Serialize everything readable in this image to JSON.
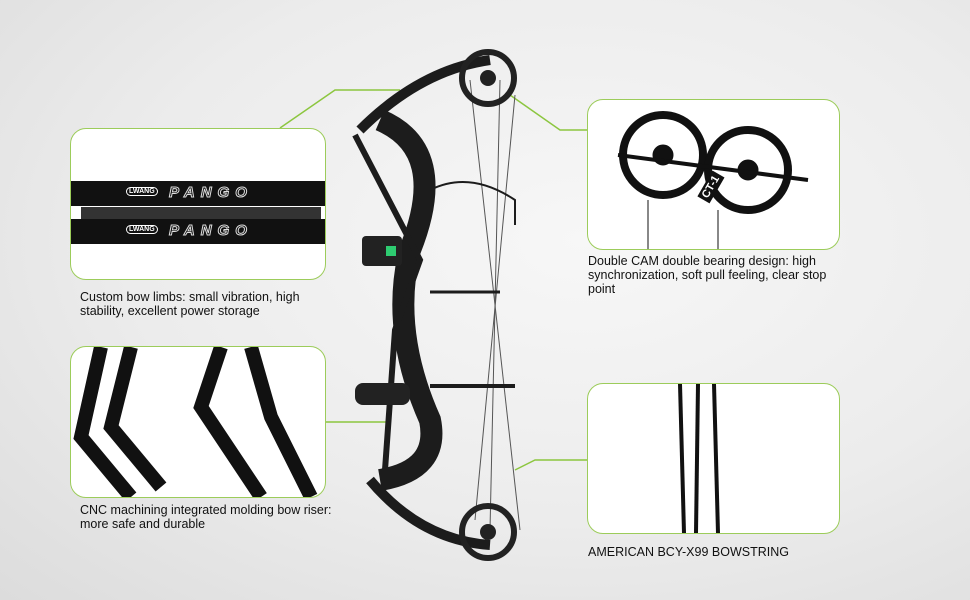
{
  "features": [
    {
      "caption": "Custom bow limbs: small vibration, high stability, excellent power storage",
      "limb_brand": "PANGO",
      "limb_logo": "LWANG"
    },
    {
      "caption": "CNC machining integrated molding bow riser: more safe and durable"
    },
    {
      "caption": "Double CAM double bearing design: high synchronization, soft pull feeling, clear stop point",
      "cam_label": "CT-1"
    },
    {
      "caption": "AMERICAN BCY-X99 BOWSTRING"
    }
  ],
  "colors": {
    "accent": "#8cc63f",
    "bow": "#1a1a1a",
    "brand_green": "#2ecc71"
  }
}
